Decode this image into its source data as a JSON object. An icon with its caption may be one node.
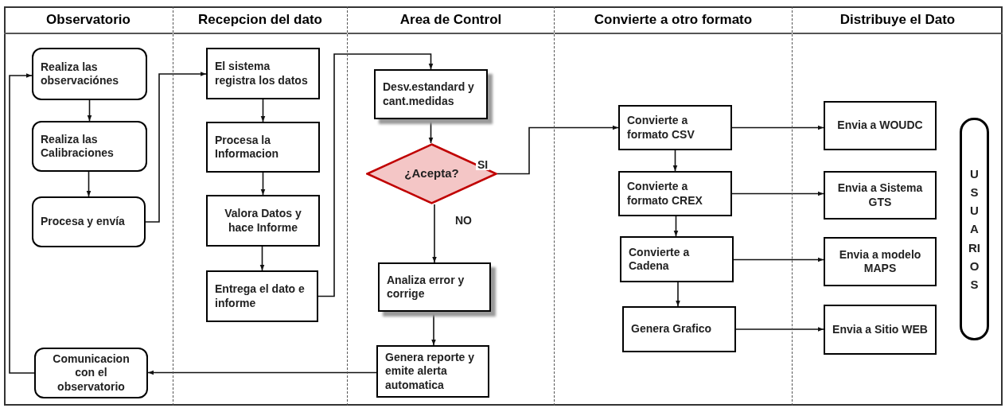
{
  "diagram": {
    "nodes": [
      {
        "text": [
          "Observatorio"
        ]
      },
      {
        "text": [
          "Recepcion del dato"
        ]
      },
      {
        "text": [
          "Area de Control"
        ]
      },
      {
        "text": [
          "Convierte a otro formato"
        ]
      },
      {
        "text": [
          "Distribuye el Dato"
        ]
      },
      {
        "text": [
          "Realiza las observaciónes"
        ],
        "in": 0
      },
      {
        "text": [
          "Realiza las Calibraciones"
        ],
        "in": 0
      },
      {
        "text": [
          "Procesa y envía"
        ],
        "in": 0
      },
      {
        "text": [
          "Comunicacion con el observatorio"
        ],
        "in": 0
      },
      {
        "text": [
          "El sistema registra los datos"
        ],
        "in": 1
      },
      {
        "text": [
          "Procesa la Informacion"
        ],
        "in": 1
      },
      {
        "text": [
          "Valora Datos y hace Informe"
        ],
        "in": 1
      },
      {
        "text": [
          "Entrega el dato e informe"
        ],
        "in": 1
      },
      {
        "text": [
          "Desv.estandard y cant.medidas"
        ],
        "in": 2
      },
      {
        "text": [
          "¿Acepta?"
        ],
        "in": 2
      },
      {
        "text": [
          "Analiza error y corrige"
        ],
        "in": 2
      },
      {
        "text": [
          "Genera reporte y emite alerta automatica"
        ],
        "in": 2
      },
      {
        "text": [
          "Convierte a formato CSV"
        ],
        "in": 3
      },
      {
        "text": [
          "Convierte a formato CREX"
        ],
        "in": 3
      },
      {
        "text": [
          "Convierte a Cadena"
        ],
        "in": 3
      },
      {
        "text": [
          "Genera Grafico"
        ],
        "in": 3
      },
      {
        "text": [
          "Envia a WOUDC"
        ],
        "in": 4
      },
      {
        "text": [
          "Envia a Sistema GTS"
        ],
        "in": 4
      },
      {
        "text": [
          "Envia a modelo MAPS"
        ],
        "in": 4
      },
      {
        "text": [
          "Envia a Sitio WEB"
        ],
        "in": 4
      },
      {
        "text": [
          "USUARIOS"
        ],
        "in": 4
      }
    ],
    "edges": [
      {
        "from": 5,
        "to": 6,
        "arrow": "to"
      },
      {
        "from": 6,
        "to": 7,
        "arrow": "to"
      },
      {
        "from": 7,
        "to": 9,
        "arrow": "to"
      },
      {
        "from": 9,
        "to": 10,
        "arrow": "to"
      },
      {
        "from": 10,
        "to": 11,
        "arrow": "to"
      },
      {
        "from": 11,
        "to": 12,
        "arrow": "to"
      },
      {
        "from": 12,
        "to": 13,
        "arrow": "to"
      },
      {
        "from": 13,
        "to": 14,
        "arrow": "to"
      },
      {
        "from": 14,
        "to": 17,
        "arrow": "to",
        "label": "SI"
      },
      {
        "from": 14,
        "to": 15,
        "arrow": "to",
        "label": "NO"
      },
      {
        "from": 15,
        "to": 16,
        "arrow": "to"
      },
      {
        "from": 16,
        "to": 8,
        "arrow": "to"
      },
      {
        "from": 8,
        "to": 5,
        "arrow": "to"
      },
      {
        "from": 17,
        "to": 18,
        "arrow": "to"
      },
      {
        "from": 18,
        "to": 19,
        "arrow": "to"
      },
      {
        "from": 19,
        "to": 20,
        "arrow": "to"
      },
      {
        "from": 17,
        "to": 21,
        "arrow": "to"
      },
      {
        "from": 18,
        "to": 22,
        "arrow": "to"
      },
      {
        "from": 19,
        "to": 23,
        "arrow": "to"
      },
      {
        "from": 20,
        "to": 24,
        "arrow": "to"
      }
    ]
  }
}
